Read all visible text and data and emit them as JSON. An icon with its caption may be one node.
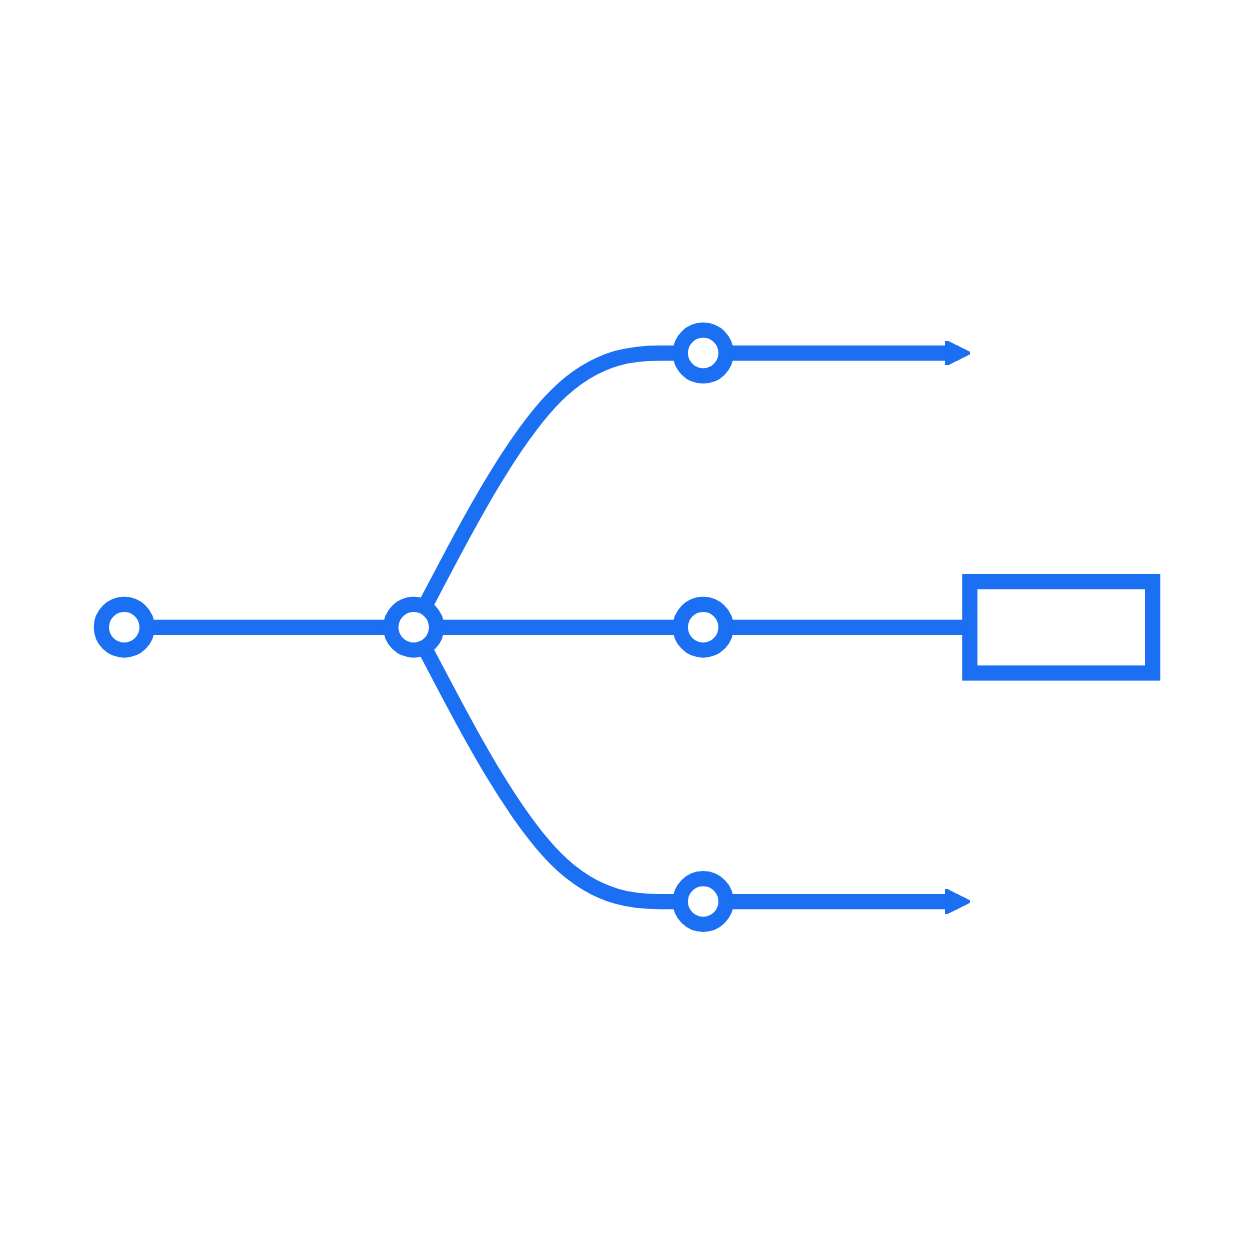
{
  "diagram": {
    "nodes": [
      {
        "text": [],
        "shape": "circle"
      },
      {
        "text": [],
        "shape": "circle"
      },
      {
        "text": [],
        "shape": "circle"
      },
      {
        "text": [],
        "shape": "circle"
      },
      {
        "text": [],
        "shape": "circle"
      },
      {
        "text": [],
        "shape": "box"
      }
    ],
    "edges": [
      {
        "from": 0,
        "to": 1,
        "arrow": "none"
      },
      {
        "from": 1,
        "to": 2,
        "arrow": "none"
      },
      {
        "from": 1,
        "to": 3,
        "arrow": "none"
      },
      {
        "from": 1,
        "to": 4,
        "arrow": "none"
      },
      {
        "from": 2,
        "to": null,
        "arrow": "to"
      },
      {
        "from": 3,
        "to": 5,
        "arrow": "none"
      },
      {
        "from": 4,
        "to": null,
        "arrow": "to"
      }
    ]
  }
}
